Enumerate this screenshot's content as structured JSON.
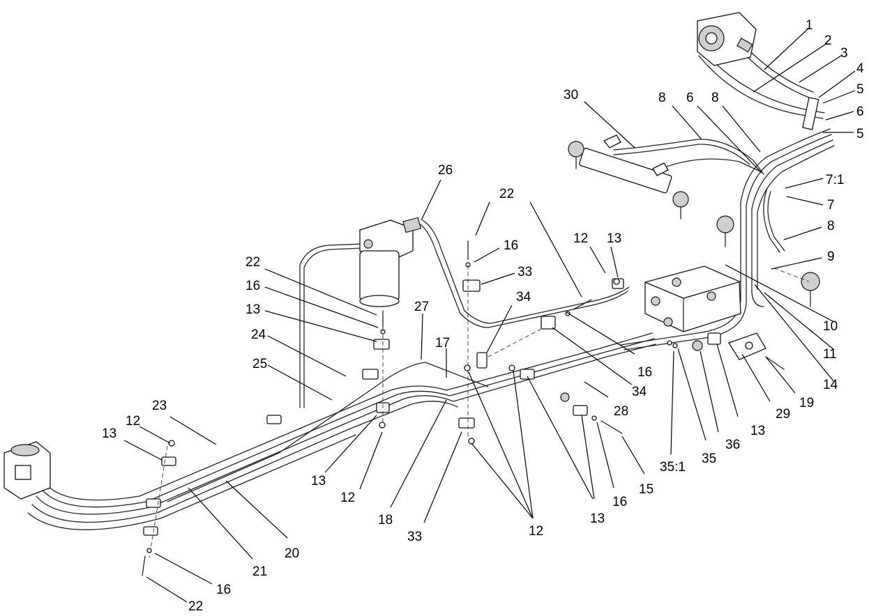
{
  "callouts": [
    {
      "id": "c1",
      "label": "1"
    },
    {
      "id": "c2",
      "label": "2"
    },
    {
      "id": "c3",
      "label": "3"
    },
    {
      "id": "c4",
      "label": "4"
    },
    {
      "id": "c5a",
      "label": "5"
    },
    {
      "id": "c6a",
      "label": "6"
    },
    {
      "id": "c5b",
      "label": "5"
    },
    {
      "id": "c30",
      "label": "30"
    },
    {
      "id": "c8a",
      "label": "8"
    },
    {
      "id": "c6b",
      "label": "6"
    },
    {
      "id": "c8b",
      "label": "8"
    },
    {
      "id": "c71",
      "label": "7:1"
    },
    {
      "id": "c7",
      "label": "7"
    },
    {
      "id": "c8c",
      "label": "8"
    },
    {
      "id": "c9",
      "label": "9"
    },
    {
      "id": "c10",
      "label": "10"
    },
    {
      "id": "c11",
      "label": "11"
    },
    {
      "id": "c14",
      "label": "14"
    },
    {
      "id": "c26",
      "label": "26"
    },
    {
      "id": "c22a",
      "label": "22"
    },
    {
      "id": "c16a",
      "label": "16"
    },
    {
      "id": "c33a",
      "label": "33"
    },
    {
      "id": "c34a",
      "label": "34"
    },
    {
      "id": "c12a",
      "label": "12"
    },
    {
      "id": "c13a",
      "label": "13"
    },
    {
      "id": "c22b",
      "label": "22"
    },
    {
      "id": "c16b",
      "label": "16"
    },
    {
      "id": "c13b",
      "label": "13"
    },
    {
      "id": "c24",
      "label": "24"
    },
    {
      "id": "c25",
      "label": "25"
    },
    {
      "id": "c27",
      "label": "27"
    },
    {
      "id": "c17",
      "label": "17"
    },
    {
      "id": "c16c",
      "label": "16"
    },
    {
      "id": "c34b",
      "label": "34"
    },
    {
      "id": "c28",
      "label": "28"
    },
    {
      "id": "c19",
      "label": "19"
    },
    {
      "id": "c29",
      "label": "29"
    },
    {
      "id": "c13c",
      "label": "13"
    },
    {
      "id": "c36",
      "label": "36"
    },
    {
      "id": "c35",
      "label": "35"
    },
    {
      "id": "c351",
      "label": "35:1"
    },
    {
      "id": "c15",
      "label": "15"
    },
    {
      "id": "c16d",
      "label": "16"
    },
    {
      "id": "c13d",
      "label": "13"
    },
    {
      "id": "c12b",
      "label": "12"
    },
    {
      "id": "c33b",
      "label": "33"
    },
    {
      "id": "c18",
      "label": "18"
    },
    {
      "id": "c12c",
      "label": "12"
    },
    {
      "id": "c13e",
      "label": "13"
    },
    {
      "id": "c23",
      "label": "23"
    },
    {
      "id": "c12d",
      "label": "12"
    },
    {
      "id": "c13f",
      "label": "13"
    },
    {
      "id": "c20",
      "label": "20"
    },
    {
      "id": "c21",
      "label": "21"
    },
    {
      "id": "c16e",
      "label": "16"
    },
    {
      "id": "c22c",
      "label": "22"
    }
  ]
}
